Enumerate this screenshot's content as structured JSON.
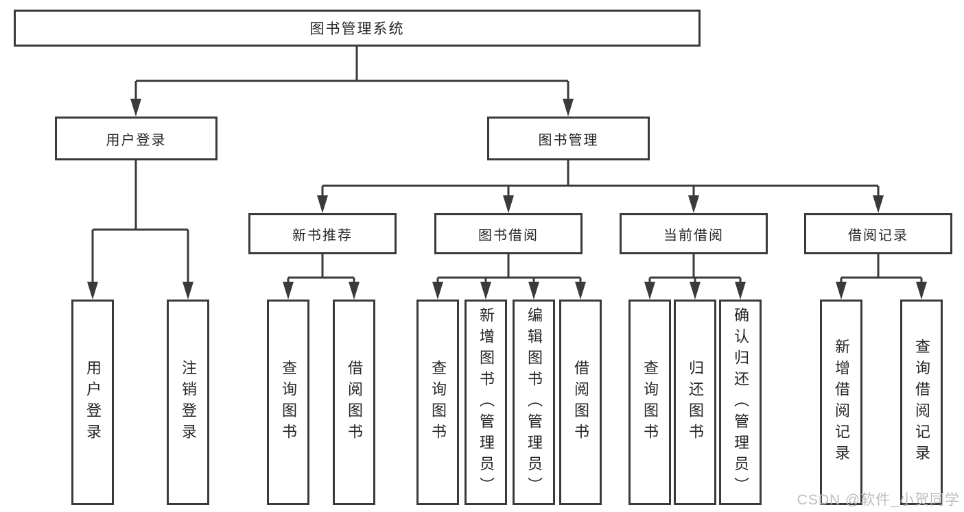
{
  "diagram_title": "图书管理系统",
  "tree": {
    "root": {
      "label": "图书管理系统"
    },
    "user_login": {
      "label": "用户登录",
      "leaves": [
        {
          "label": "用户登录"
        },
        {
          "label": "注销登录"
        }
      ]
    },
    "book_mgmt": {
      "label": "图书管理",
      "groups": [
        {
          "label": "新书推荐",
          "leaves": [
            {
              "label": "查询图书"
            },
            {
              "label": "借阅图书"
            }
          ]
        },
        {
          "label": "图书借阅",
          "leaves": [
            {
              "label": "查询图书"
            },
            {
              "label": "新增图书（管理员）"
            },
            {
              "label": "编辑图书（管理员）"
            },
            {
              "label": "借阅图书"
            }
          ]
        },
        {
          "label": "当前借阅",
          "leaves": [
            {
              "label": "查询图书"
            },
            {
              "label": "归还图书"
            },
            {
              "label": "确认归还（管理员）"
            }
          ]
        },
        {
          "label": "借阅记录",
          "leaves": [
            {
              "label": "新增借阅记录"
            },
            {
              "label": "查询借阅记录"
            }
          ]
        }
      ]
    }
  },
  "watermark": "CSDN @软件_小贺同学",
  "colors": {
    "line": "#3a3a3a",
    "box_border": "#3a3a3a",
    "text": "#262626",
    "background": "#ffffff",
    "watermark": "#bdbdbd"
  }
}
